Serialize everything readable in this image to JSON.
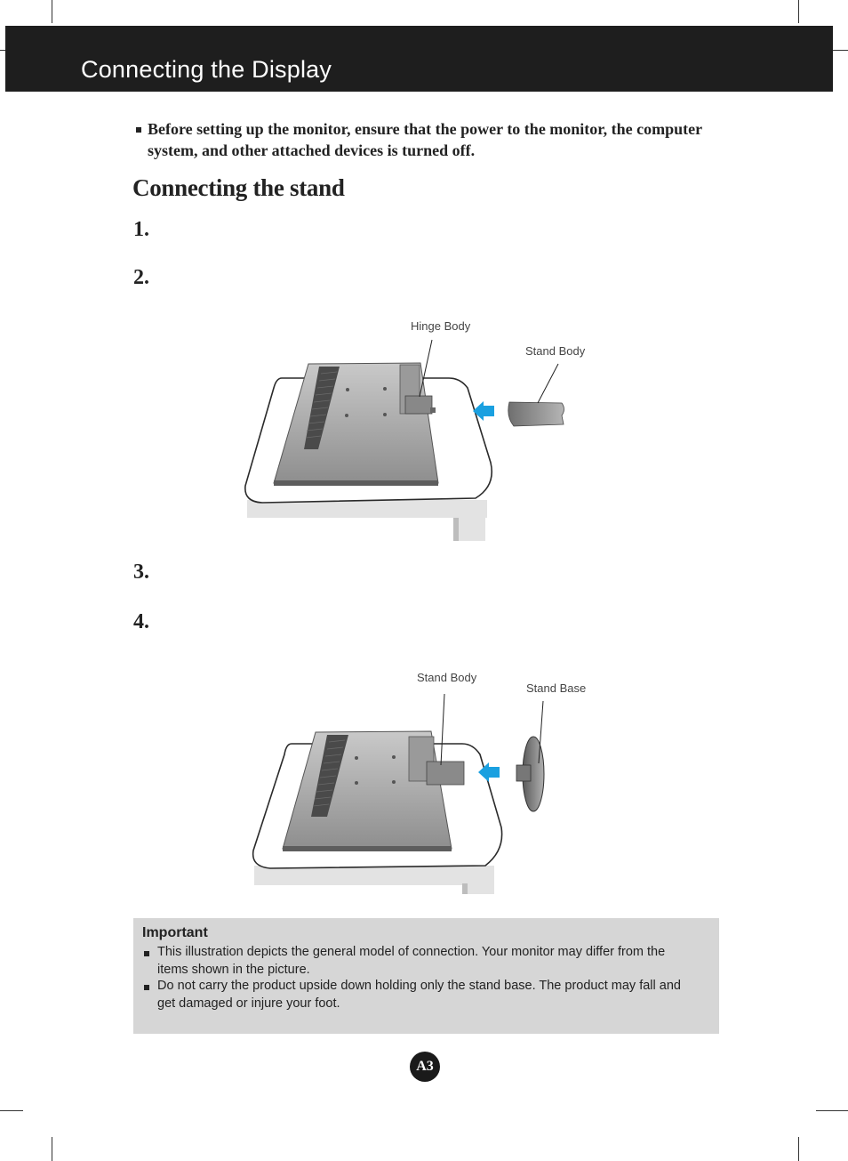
{
  "header": {
    "title": "Connecting the Display"
  },
  "intro": {
    "text": "Before setting up the monitor, ensure that the power to the monitor, the computer system, and other attached devices is turned off."
  },
  "section": {
    "title": "Connecting the stand"
  },
  "steps": [
    {
      "number": "1."
    },
    {
      "number": "2."
    },
    {
      "number": "3."
    },
    {
      "number": "4."
    }
  ],
  "figure1": {
    "hinge_label": "Hinge Body",
    "stand_label": "Stand Body"
  },
  "figure2": {
    "stand_body_label": "Stand Body",
    "stand_base_label": "Stand Base"
  },
  "important": {
    "title": "Important",
    "items": [
      "This illustration depicts the general model of connection. Your monitor may differ from the items shown in the picture.",
      "Do not carry the product upside down holding only the stand base. The product may fall and get damaged or injure your foot."
    ]
  },
  "page": {
    "number": "A3"
  },
  "colors": {
    "header_bg": "#1e1e1e",
    "arrow": "#1aa0e0",
    "important_bg": "#d6d6d6"
  }
}
